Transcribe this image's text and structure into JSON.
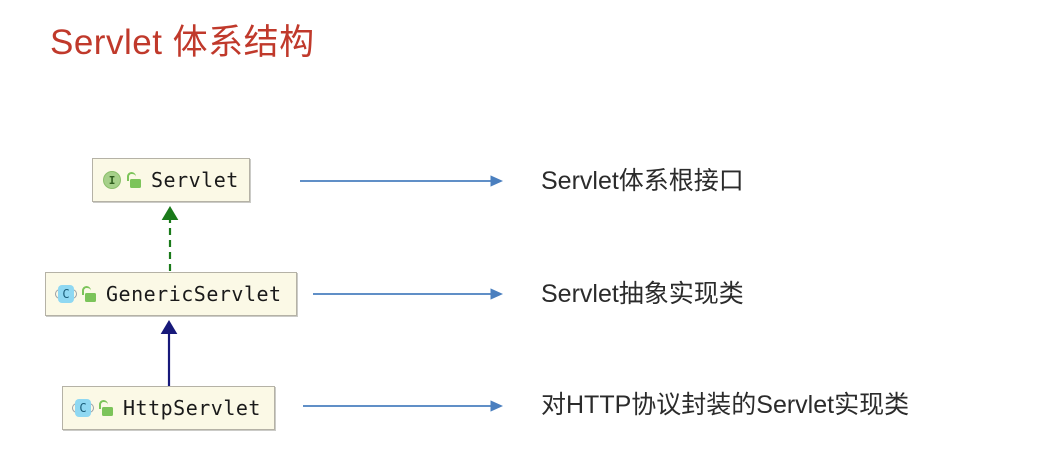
{
  "slide": {
    "title": "Servlet 体系结构",
    "title_color": "#c0392b",
    "background_color": "#ffffff"
  },
  "diagram": {
    "type": "class-hierarchy",
    "box_fill_color": "#fbf9e6",
    "box_border_color": "#b5b2a6",
    "boxes": [
      {
        "id": "servlet",
        "label": "Servlet",
        "type_icon": "interface-icon",
        "type_letter": "I",
        "visibility_icon": "unlocked-padlock-icon",
        "icon_color": "#a6d08a"
      },
      {
        "id": "genericservlet",
        "label": "GenericServlet",
        "type_icon": "class-icon",
        "type_letter": "C",
        "visibility_icon": "unlocked-padlock-icon",
        "icon_color": "#8fd8f2"
      },
      {
        "id": "httpservlet",
        "label": "HttpServlet",
        "type_icon": "class-icon",
        "type_letter": "C",
        "visibility_icon": "unlocked-padlock-icon",
        "icon_color": "#8fd8f2"
      }
    ],
    "relations": [
      {
        "id": "implements",
        "from": "genericservlet",
        "to": "servlet",
        "style": "dashed",
        "arrowhead": "solid-triangle",
        "color": "#1a7a1a"
      },
      {
        "id": "extends",
        "from": "httpservlet",
        "to": "genericservlet",
        "style": "solid",
        "arrowhead": "solid-triangle",
        "color": "#17197a"
      }
    ],
    "callout_arrow_color": "#4a7fbf",
    "annotations": [
      {
        "for": "servlet",
        "text": "Servlet体系根接口"
      },
      {
        "for": "genericservlet",
        "text": "Servlet抽象实现类"
      },
      {
        "for": "httpservlet",
        "text": "对HTTP协议封装的Servlet实现类"
      }
    ]
  }
}
